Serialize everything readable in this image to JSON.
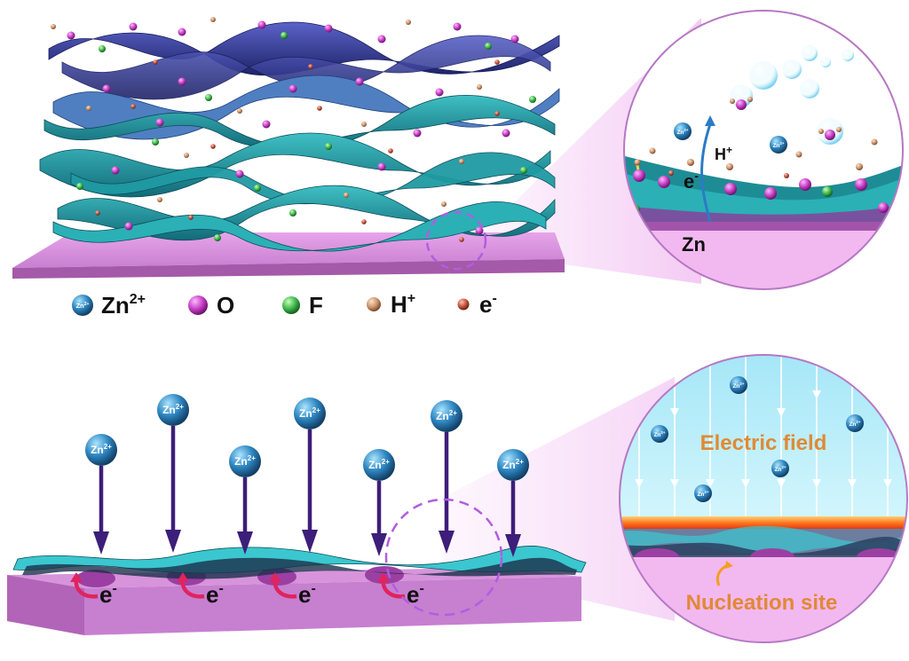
{
  "legend": {
    "items": [
      {
        "key": "zn",
        "base": "Zn",
        "sup": "2+",
        "ion_label": "Zn",
        "ion_sup": "2+",
        "color": "#2e86c1"
      },
      {
        "key": "o",
        "base": "O",
        "sup": "",
        "color": "#c23bc2"
      },
      {
        "key": "f",
        "base": "F",
        "sup": "",
        "color": "#3bb34a"
      },
      {
        "key": "h",
        "base": "H",
        "sup": "+",
        "color": "#c8906a"
      },
      {
        "key": "e",
        "base": "e",
        "sup": "-",
        "color": "#c0503c"
      }
    ]
  },
  "top_zoom": {
    "electron_base": "e",
    "electron_sup": "-",
    "proton_base": "H",
    "proton_sup": "+",
    "metal": "Zn",
    "ion_label": "Zn",
    "ion_sup": "2+"
  },
  "bottom": {
    "ion_label": "Zn",
    "ion_sup": "2+",
    "electron_base": "e",
    "electron_sup": "-"
  },
  "bottom_zoom": {
    "field_label": "Electric field",
    "nucleation_label": "Nucleation site",
    "ion_label": "Zn",
    "ion_sup": "2+"
  },
  "colors": {
    "substrate": "#c77fd0",
    "substrate_light": "#f2b8f0",
    "ribbon": "#1e8c95",
    "ribbon_dark": "#2c2f82",
    "arrow": "#3d1e7a",
    "accent": "#e08a35",
    "electron_arrow": "#e0245e",
    "zoom_sky": "#bfeffa"
  }
}
